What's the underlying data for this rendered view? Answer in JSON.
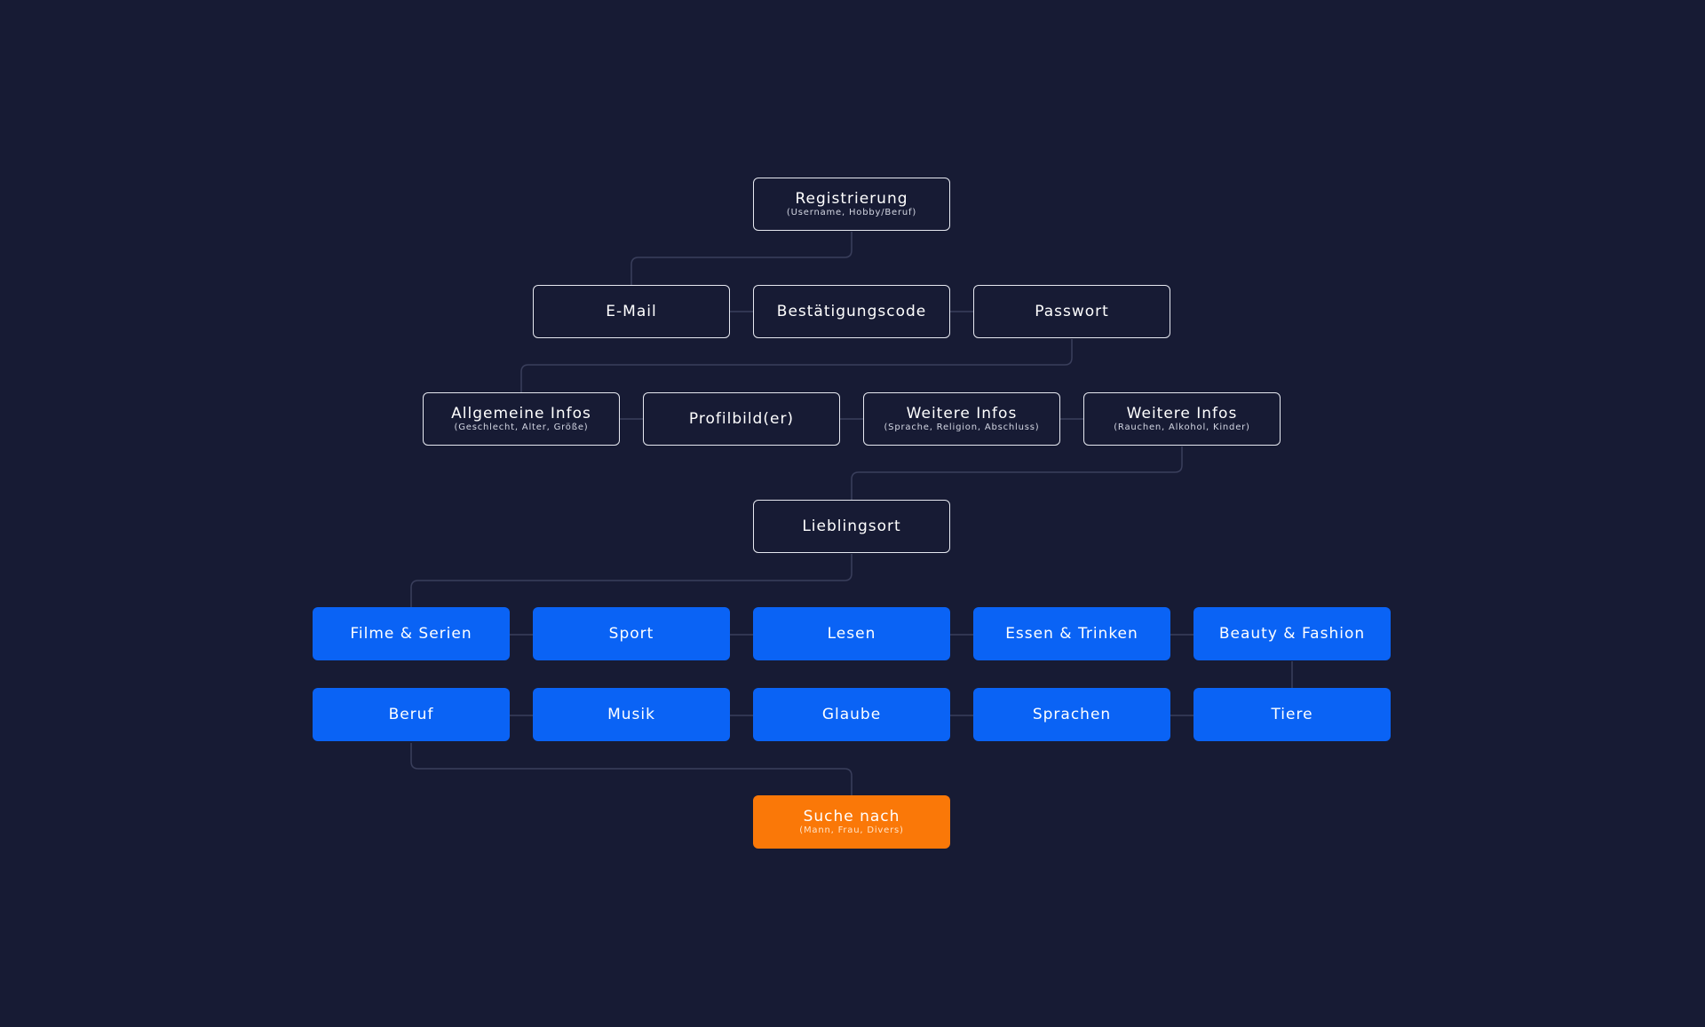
{
  "colors": {
    "background": "#171b34",
    "outline_border": "#e6e8f0",
    "interest_blue": "#0a63f5",
    "search_orange": "#fa7808",
    "connector": "#3a3f5c"
  },
  "nodes": {
    "registrierung": {
      "label": "Registrierung",
      "sub": "(Username, Hobby/Beruf)"
    },
    "email": {
      "label": "E-Mail",
      "sub": ""
    },
    "bestaetigungscode": {
      "label": "Bestätigungscode",
      "sub": ""
    },
    "passwort": {
      "label": "Passwort",
      "sub": ""
    },
    "allgemeine_infos": {
      "label": "Allgemeine Infos",
      "sub": "(Geschlecht, Alter, Größe)"
    },
    "profilbild": {
      "label": "Profilbild(er)",
      "sub": ""
    },
    "weitere_infos_1": {
      "label": "Weitere Infos",
      "sub": "(Sprache, Religion, Abschluss)"
    },
    "weitere_infos_2": {
      "label": "Weitere Infos",
      "sub": "(Rauchen, Alkohol, Kinder)"
    },
    "lieblingsort": {
      "label": "Lieblingsort",
      "sub": ""
    },
    "filme_serien": {
      "label": "Filme & Serien",
      "sub": ""
    },
    "sport": {
      "label": "Sport",
      "sub": ""
    },
    "lesen": {
      "label": "Lesen",
      "sub": ""
    },
    "essen_trinken": {
      "label": "Essen & Trinken",
      "sub": ""
    },
    "beauty_fashion": {
      "label": "Beauty & Fashion",
      "sub": ""
    },
    "beruf": {
      "label": "Beruf",
      "sub": ""
    },
    "musik": {
      "label": "Musik",
      "sub": ""
    },
    "glaube": {
      "label": "Glaube",
      "sub": ""
    },
    "sprachen": {
      "label": "Sprachen",
      "sub": ""
    },
    "tiere": {
      "label": "Tiere",
      "sub": ""
    },
    "suche_nach": {
      "label": "Suche nach",
      "sub": "(Mann, Frau, Divers)"
    }
  }
}
